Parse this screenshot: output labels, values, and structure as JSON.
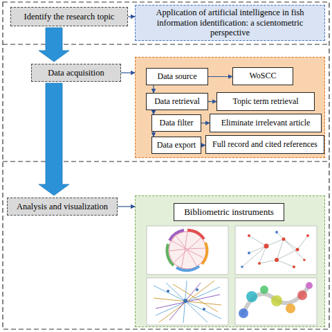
{
  "diagram": {
    "nodes": [
      {
        "text": [
          "Identify the research topic"
        ]
      },
      {
        "text": [
          "Application of artificial intelligence in fish information identification: a scientometric perspective"
        ]
      },
      {
        "text": [
          "Data acquisition"
        ]
      },
      {
        "text": []
      },
      {
        "text": [
          "Data source"
        ],
        "in": 3
      },
      {
        "text": [
          "WoSCC"
        ],
        "in": 3
      },
      {
        "text": [
          "Data retrieval"
        ],
        "in": 3
      },
      {
        "text": [
          "Topic term retrieval"
        ],
        "in": 3
      },
      {
        "text": [
          "Data filter"
        ],
        "in": 3
      },
      {
        "text": [
          "Eliminate irrelevant article"
        ],
        "in": 3
      },
      {
        "text": [
          "Data export"
        ],
        "in": 3
      },
      {
        "text": [
          "Full record and cited references"
        ],
        "in": 3
      },
      {
        "text": [
          "Analysis and visualization"
        ]
      },
      {
        "text": []
      },
      {
        "text": [
          "Bibliometric instruments"
        ],
        "in": 13
      }
    ],
    "edges": [
      {
        "from": 0,
        "to": 1,
        "arrow": "to"
      },
      {
        "from": 0,
        "to": 2,
        "arrow": "to"
      },
      {
        "from": 2,
        "to": 3,
        "arrow": "to"
      },
      {
        "from": 4,
        "to": 5,
        "arrow": "to"
      },
      {
        "from": 4,
        "to": 6,
        "arrow": "to"
      },
      {
        "from": 6,
        "to": 7,
        "arrow": "to"
      },
      {
        "from": 6,
        "to": 8,
        "arrow": "to"
      },
      {
        "from": 8,
        "to": 9,
        "arrow": "to"
      },
      {
        "from": 8,
        "to": 10,
        "arrow": "to"
      },
      {
        "from": 10,
        "to": 11,
        "arrow": "to"
      },
      {
        "from": 2,
        "to": 12,
        "arrow": "to"
      },
      {
        "from": 12,
        "to": 13,
        "arrow": "to"
      }
    ]
  }
}
